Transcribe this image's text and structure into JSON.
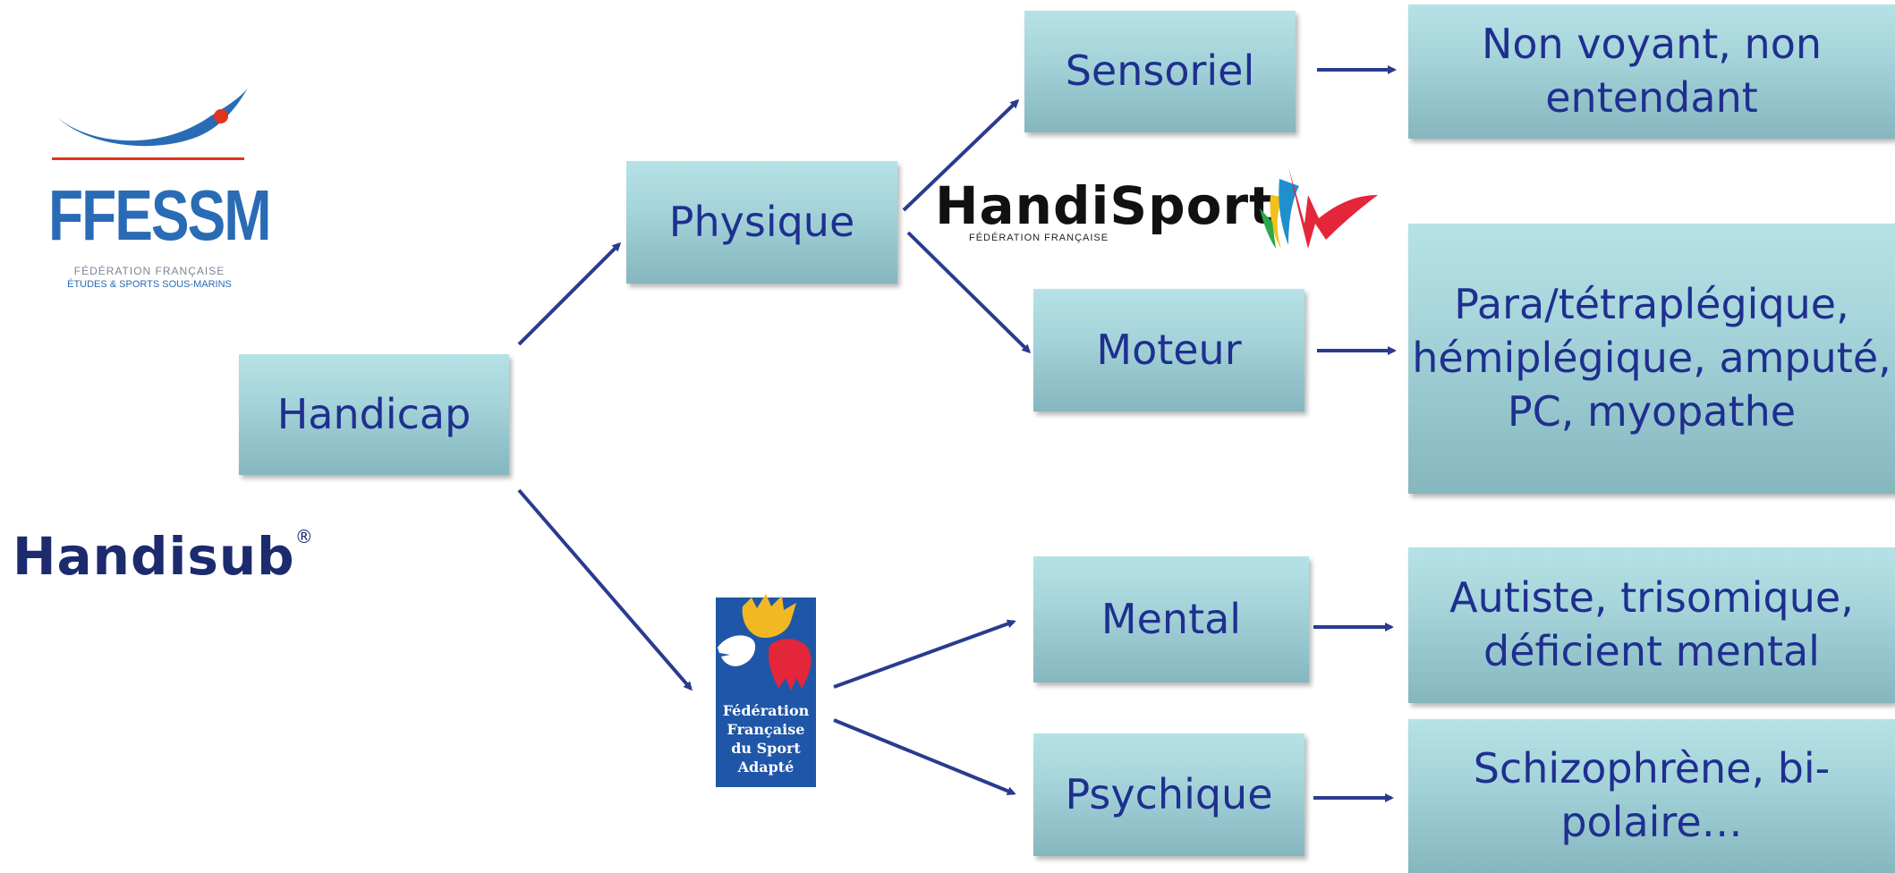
{
  "nodes": {
    "handicap": "Handicap",
    "physique": "Physique",
    "sensoriel": "Sensoriel",
    "moteur": "Moteur",
    "mental": "Mental",
    "psychique": "Psychique",
    "sensoriel_desc": "Non voyant, non\nentendant",
    "moteur_desc": "Para/tétraplégique,\nhémiplégique, amputé,\nPC, myopathe",
    "mental_desc": "Autiste, trisomique,\ndéficient mental",
    "psychique_desc": "Schizophrène, bi-\npolaire…"
  },
  "logos": {
    "ffessm_title": "FFESSM",
    "ffessm_sub1": "FÉDÉRATION FRANÇAISE",
    "ffessm_sub2": "ÉTUDES & SPORTS SOUS-MARINS",
    "handisub": "Handisub",
    "handisub_mark": "®",
    "handisport": "HandiSport",
    "handisport_sub": "FÉDÉRATION FRANÇAISE",
    "ffsa_lines": [
      "Fédération",
      "Française",
      "du Sport",
      "Adapté"
    ]
  },
  "colors": {
    "text": "#1f2f8f",
    "arrow": "#2a3b8f",
    "box_top": "#b6e2e6",
    "box_bottom": "#86b6be",
    "ffessm_blue": "#2a6bb5",
    "ffessm_red": "#e0341e",
    "handisub_navy": "#1c2a6e",
    "ffsa_blue": "#1f56a8"
  }
}
